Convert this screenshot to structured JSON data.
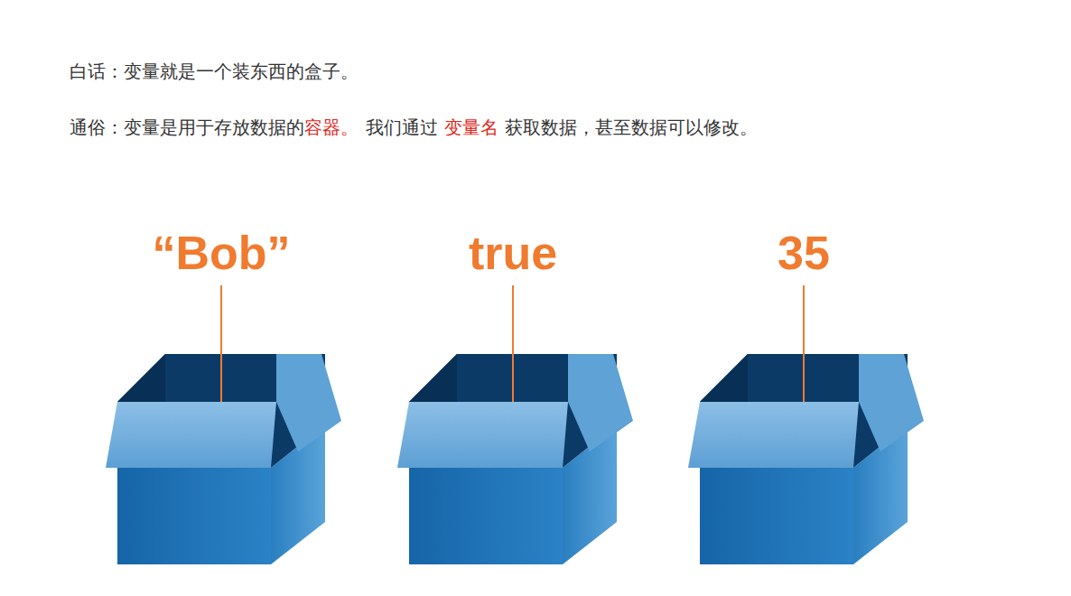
{
  "diagram": {
    "nodes": [
      {
        "text": [
          "“Bob”"
        ]
      },
      {
        "text": [
          "true"
        ]
      },
      {
        "text": [
          "35"
        ]
      }
    ],
    "labels": [
      "白话：变量就是一个装东西的盒子。",
      "通俗：变量是用于存放数据的",
      "容器。",
      "我们通过",
      "变量名",
      "获取数据，甚至数据可以修改。"
    ]
  }
}
